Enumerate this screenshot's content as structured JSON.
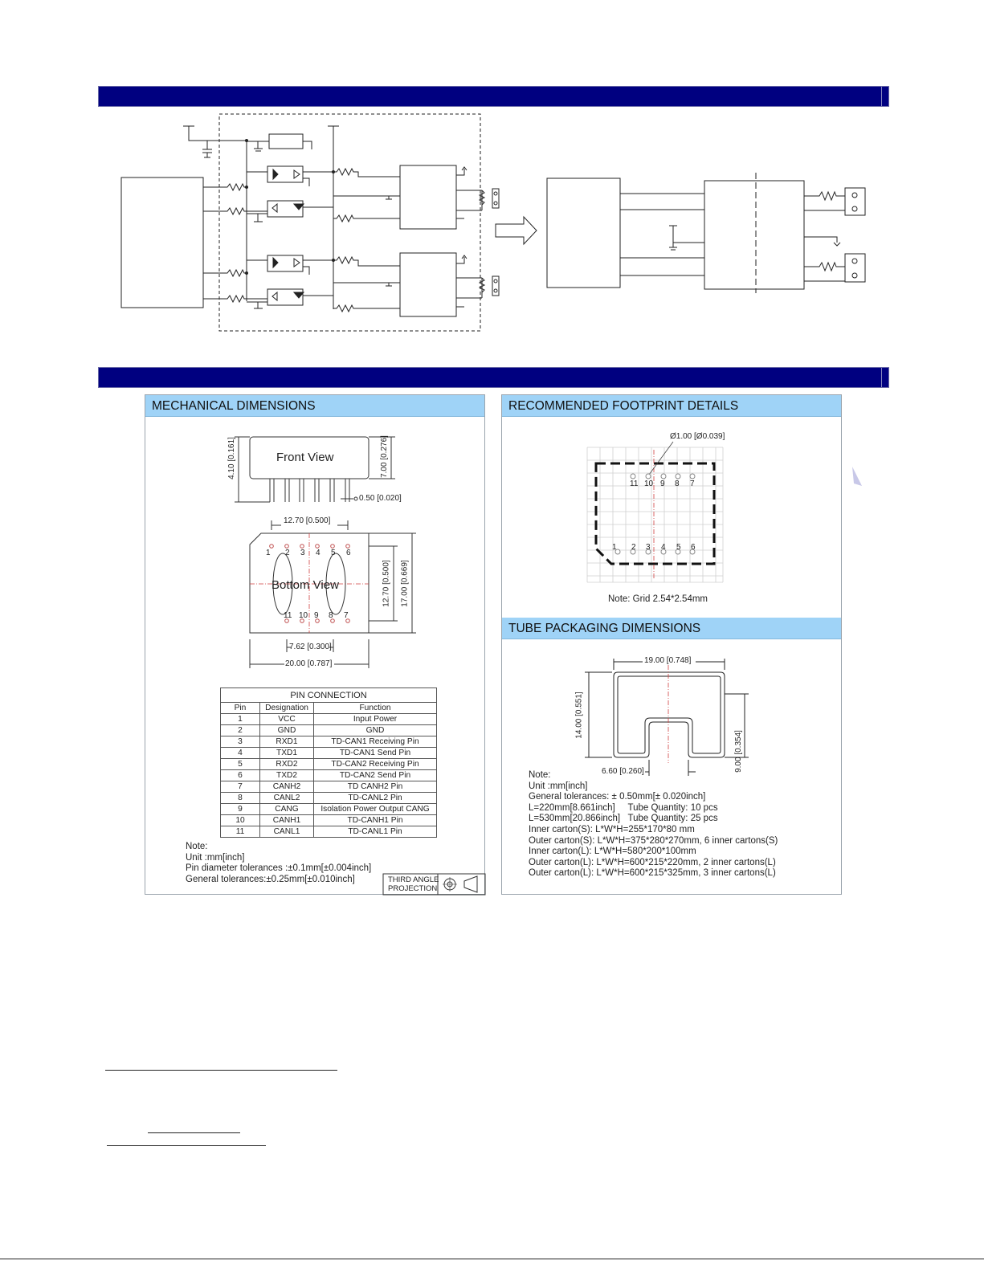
{
  "mechanical": {
    "title": "MECHANICAL DIMENSIONS",
    "front_view": "Front View",
    "bottom_view": "Bottom View",
    "dim_height": "4.10 [0.161]",
    "dim_height2": "7.00 [0.276]",
    "dim_pin": "0.50 [0.020]",
    "dim_pitch": "12.70 [0.500]",
    "dim_pitch_v": "12.70 [0.500]",
    "dim_length": "17.00 [0.669]",
    "dim_762": "7.62 [0.300]",
    "dim_width": "20.00 [0.787]",
    "top_pins": [
      "1",
      "2",
      "3",
      "4",
      "5",
      "6"
    ],
    "bottom_pins": [
      "11",
      "10",
      "9",
      "8",
      "7"
    ],
    "table": {
      "caption": "PIN CONNECTION",
      "headers": [
        "Pin",
        "Designation",
        "Function"
      ],
      "rows": [
        [
          "1",
          "VCC",
          "Input Power"
        ],
        [
          "2",
          "GND",
          "GND"
        ],
        [
          "3",
          "RXD1",
          "TD-CAN1 Receiving Pin"
        ],
        [
          "4",
          "TXD1",
          "TD-CAN1 Send Pin"
        ],
        [
          "5",
          "RXD2",
          "TD-CAN2 Receiving Pin"
        ],
        [
          "6",
          "TXD2",
          "TD-CAN2 Send Pin"
        ],
        [
          "7",
          "CANH2",
          "TD CANH2 Pin"
        ],
        [
          "8",
          "CANL2",
          "TD-CANL2 Pin"
        ],
        [
          "9",
          "CANG",
          "Isolation Power Output CANG"
        ],
        [
          "10",
          "CANH1",
          "TD-CANH1 Pin"
        ],
        [
          "11",
          "CANL1",
          "TD-CANL1 Pin"
        ]
      ]
    },
    "note_title": "Note:",
    "note_lines": [
      "Unit :mm[inch]",
      "Pin diameter tolerances :±0.1mm[±0.004inch]",
      "General tolerances:±0.25mm[±0.010inch]"
    ],
    "projection_line1": "THIRD ANGLE",
    "projection_line2": "PROJECTION"
  },
  "footprint": {
    "title": "RECOMMENDED FOOTPRINT DETAILS",
    "hole": "Ø1.00 [Ø0.039]",
    "top_pins": [
      "11",
      "10",
      "9",
      "8",
      "7"
    ],
    "bottom_pins": [
      "1",
      "2",
      "3",
      "4",
      "5",
      "6"
    ],
    "note": "Note: Grid 2.54*2.54mm"
  },
  "tube": {
    "title": "TUBE PACKAGING DIMENSIONS",
    "dim_width": "19.00 [0.748]",
    "dim_height": "14.00 [0.551]",
    "dim_slot": "6.60 [0.260]",
    "dim_right": "9.00 [0.354]",
    "note_lines": [
      "Note:",
      "Unit :mm[inch]",
      "General tolerances: ± 0.50mm[± 0.020inch]",
      "L=220mm[8.661inch]     Tube Quantity: 10 pcs",
      "L=530mm[20.866inch]   Tube Quantity: 25 pcs",
      "Inner carton(S): L*W*H=255*170*80 mm",
      "Outer carton(S): L*W*H=375*280*270mm, 6 inner cartons(S)",
      "Inner carton(L): L*W*H=580*200*100mm",
      "Outer carton(L): L*W*H=600*215*220mm, 2 inner cartons(L)",
      "Outer carton(L): L*W*H=600*215*325mm, 3 inner cartons(L)"
    ]
  },
  "colors": {
    "section_bar": "#000080",
    "panel_header": "#9fd3f7"
  }
}
